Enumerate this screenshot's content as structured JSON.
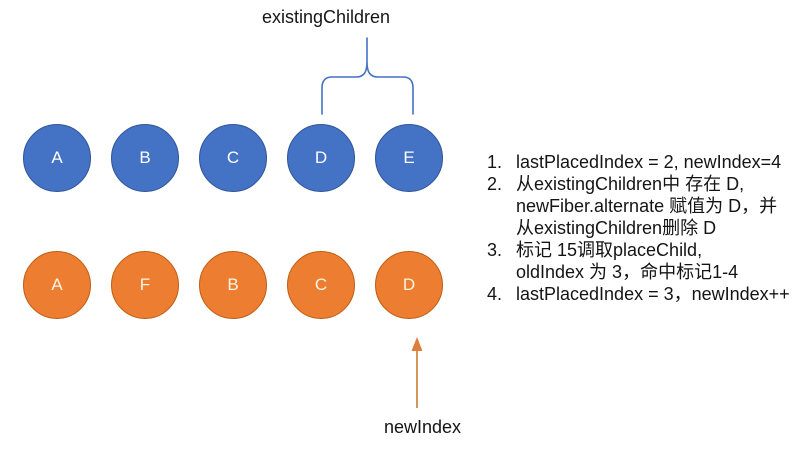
{
  "title": "existingChildren",
  "arrow_label": "newIndex",
  "colors": {
    "brace": "#4472C4",
    "arrow_shaft": "#D2955F",
    "arrow_head": "#DD7E3A",
    "circle_blue_fill": "#4472C4",
    "circle_blue_border": "#2F5597",
    "circle_orange_fill": "#ED7D31",
    "circle_orange_border": "#BE5E15",
    "text": "#1A1A1A"
  },
  "rows": {
    "top": {
      "labels": [
        "A",
        "B",
        "C",
        "D",
        "E"
      ]
    },
    "bottom": {
      "labels": [
        "A",
        "F",
        "B",
        "C",
        "D"
      ]
    }
  },
  "notes": {
    "items": [
      {
        "num": "1.",
        "lines": [
          "lastPlacedIndex = 2, newIndex=4"
        ]
      },
      {
        "num": "2.",
        "lines": [
          "从existingChildren中 存在 D,",
          "newFiber.alternate 赋值为 D，并",
          "从existingChildren删除 D"
        ]
      },
      {
        "num": "3.",
        "lines": [
          "标记 15调取placeChild,",
          "oldIndex 为 3，命中标记1-4"
        ]
      },
      {
        "num": "4.",
        "lines": [
          "lastPlacedIndex = 3，newIndex++"
        ]
      }
    ]
  }
}
